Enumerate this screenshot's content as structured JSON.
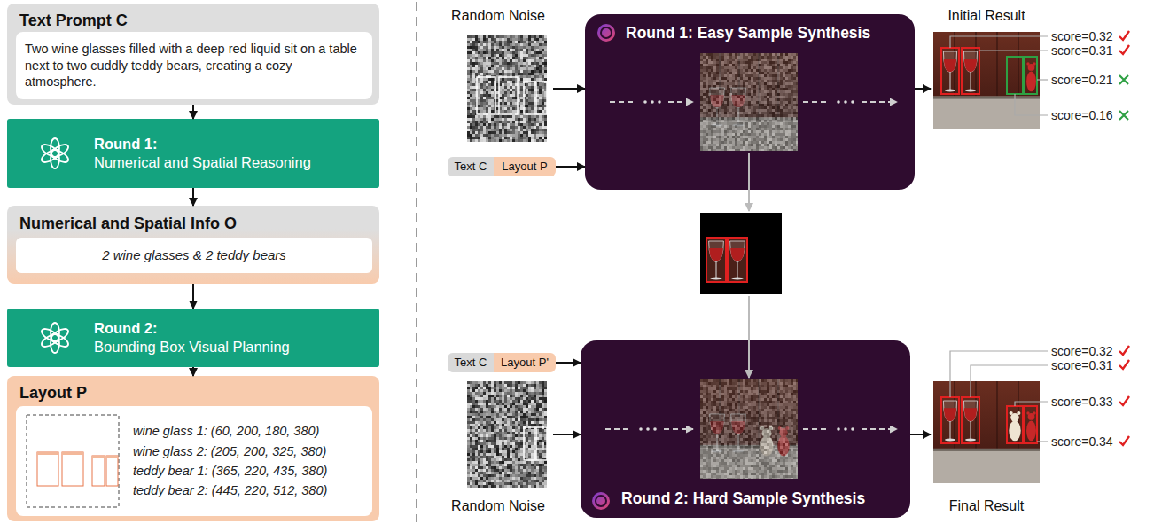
{
  "diagram": {
    "nodes": [
      {
        "text": [
          "Text Prompt C"
        ]
      },
      {
        "text": [
          "Two wine glasses filled with a deep red liquid sit on a table next to two cuddly teddy bears, creating a cozy atmosphere."
        ],
        "in": 0
      },
      {
        "text": [
          "Round 1:",
          "Numerical and Spatial Reasoning"
        ]
      },
      {
        "text": [
          "Numerical and Spatial Info O"
        ]
      },
      {
        "text": [
          "2 wine glasses & 2 teddy bears"
        ],
        "in": 3
      },
      {
        "text": [
          "Round 2:",
          "Bounding Box Visual Planning"
        ]
      },
      {
        "text": [
          "Layout P"
        ]
      },
      {
        "text": [
          "wine glass 1: (60, 200, 180, 380)",
          "wine glass 2: (205, 200, 325, 380)",
          "teddy bear 1: (365, 220, 435, 380)",
          "teddy bear 2: (445, 220, 512, 380)"
        ],
        "in": 6
      },
      {
        "text": [
          "Random Noise"
        ]
      },
      {
        "text": [
          "Text C"
        ]
      },
      {
        "text": [
          "Layout P"
        ]
      },
      {
        "text": [
          "Round 1: Easy Sample Synthesis"
        ]
      },
      {
        "text": [
          "Initial Result"
        ]
      },
      {
        "text": [
          "Text C"
        ]
      },
      {
        "text": [
          "Layout P'"
        ]
      },
      {
        "text": [
          "Random Noise"
        ]
      },
      {
        "text": [
          "Round 2: Hard Sample Synthesis"
        ]
      },
      {
        "text": [
          "Final Result"
        ]
      }
    ],
    "edges": [
      {
        "from": 0,
        "to": 2,
        "arrow": "to"
      },
      {
        "from": 2,
        "to": 3,
        "arrow": "to"
      },
      {
        "from": 3,
        "to": 5,
        "arrow": "to"
      },
      {
        "from": 5,
        "to": 6,
        "arrow": "to"
      },
      {
        "from": 8,
        "to": 11,
        "arrow": "to"
      },
      {
        "from": 10,
        "to": 11,
        "arrow": "to"
      },
      {
        "from": 11,
        "to": 12,
        "arrow": "to"
      },
      {
        "from": 14,
        "to": 16,
        "arrow": "to"
      },
      {
        "from": 15,
        "to": 16,
        "arrow": "to"
      },
      {
        "from": 16,
        "to": 17,
        "arrow": "to"
      }
    ],
    "labels": [
      "score=0.32",
      "score=0.31",
      "score=0.21",
      "score=0.16",
      "score=0.32",
      "score=0.31",
      "score=0.33",
      "score=0.34"
    ]
  }
}
